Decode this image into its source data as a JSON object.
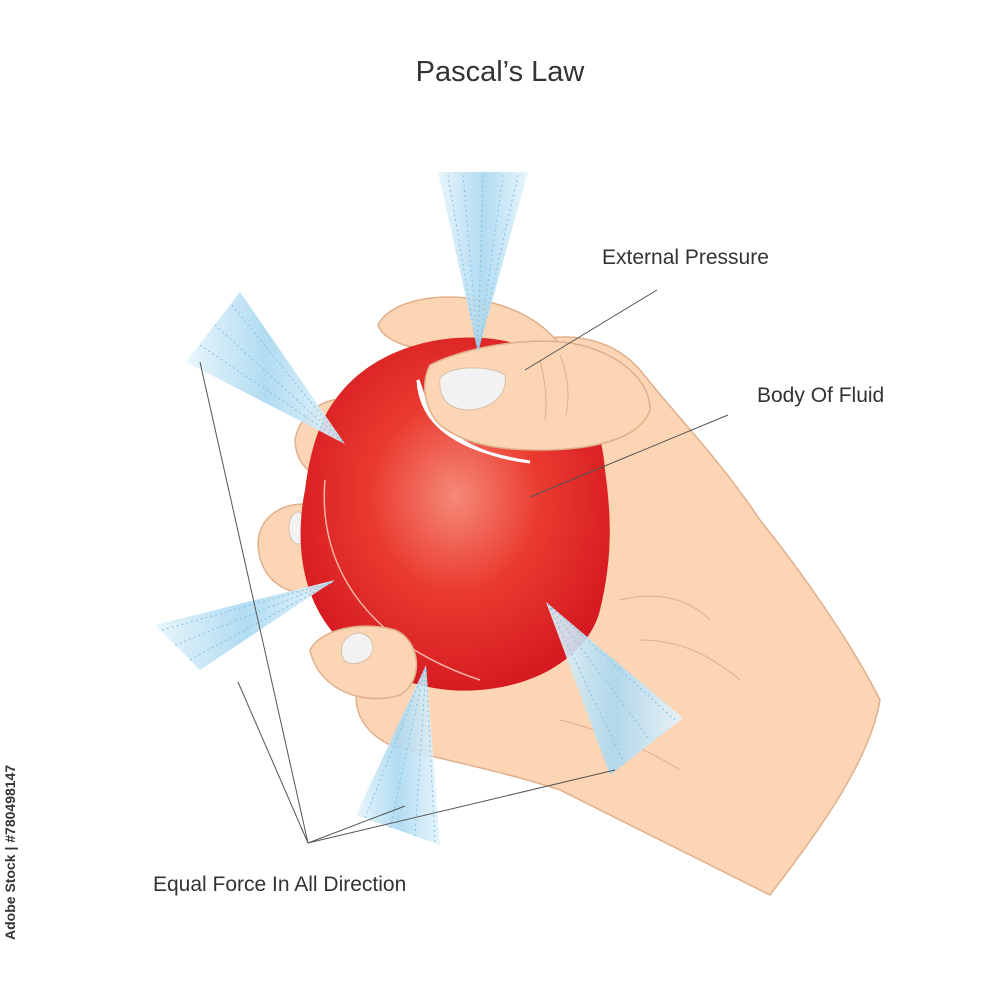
{
  "title": "Pascal’s Law",
  "labels": {
    "external_pressure": "External Pressure",
    "body_of_fluid": "Body Of Fluid",
    "equal_force": "Equal Force In All Direction"
  },
  "watermark_id": "Adobe Stock | #780498147",
  "colors": {
    "skin": "#fcd5b4",
    "skin_line": "#e0b08c",
    "ball_light": "#f26a4e",
    "ball_dark": "#d3161e",
    "jet": "#bfe3f5",
    "jet_dots": "#7fc3e6",
    "leader": "#555555",
    "text": "#333333"
  }
}
